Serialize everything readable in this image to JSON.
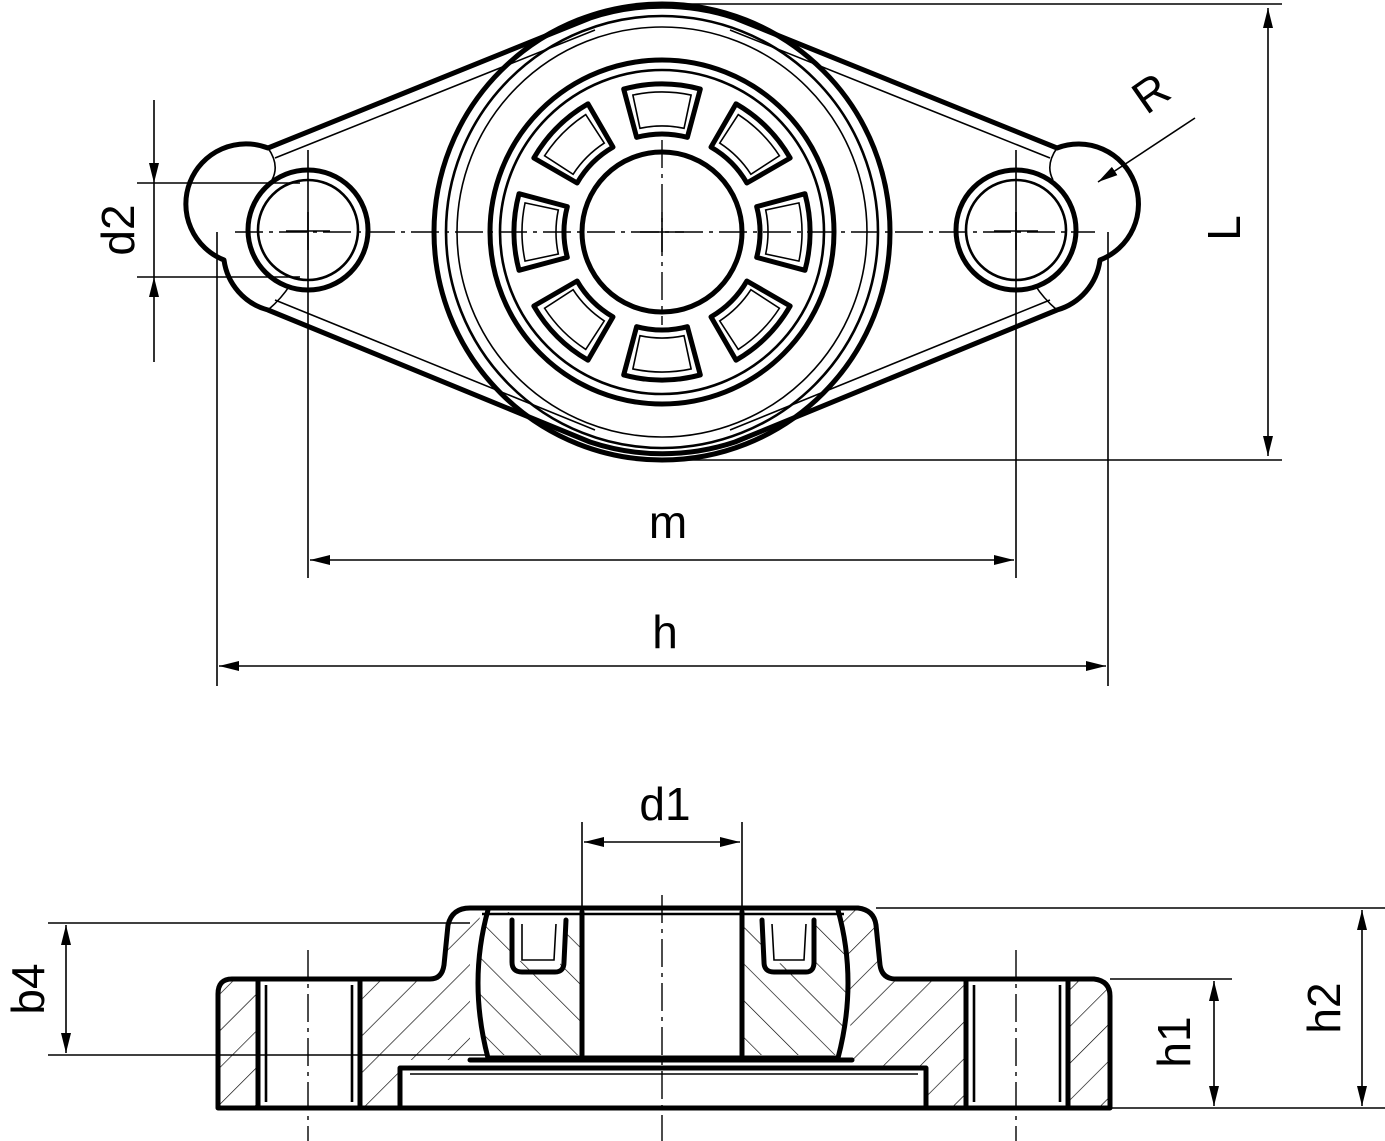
{
  "labels": {
    "d2": "d2",
    "R": "R",
    "L": "L",
    "m": "m",
    "h": "h",
    "d1": "d1",
    "b4": "b4",
    "h1": "h1",
    "h2": "h2"
  }
}
